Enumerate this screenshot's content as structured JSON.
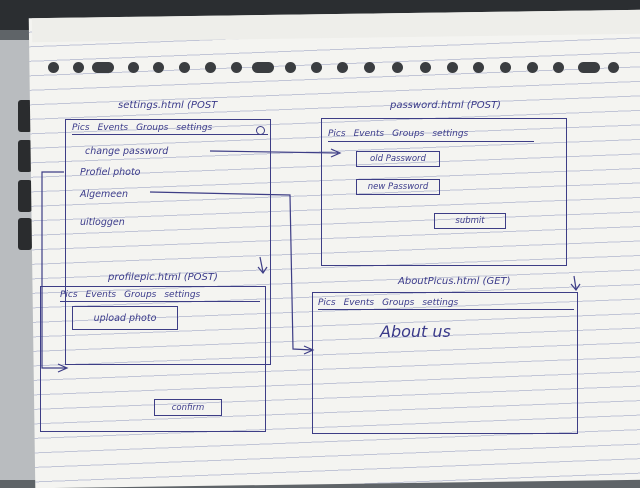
{
  "colors": {
    "ink": "#3a3a8a",
    "paper": "#f4f4f1",
    "desk": "#2b2e31"
  },
  "settings": {
    "caption": "settings.html (POST",
    "nav": [
      "Pics",
      "Events",
      "Groups",
      "settings"
    ],
    "icon": "gear-icon",
    "items": [
      "change password",
      "Profiel photo",
      "Algemeen",
      "uitloggen"
    ]
  },
  "password": {
    "caption": "password.html (POST)",
    "nav": [
      "Pics",
      "Events",
      "Groups",
      "settings"
    ],
    "old_label": "old Password",
    "new_label": "new Password",
    "submit_label": "submit"
  },
  "profilepic": {
    "caption": "profilepic.html (POST)",
    "nav": [
      "Pics",
      "Events",
      "Groups",
      "settings"
    ],
    "upload_label": "upload photo",
    "confirm_label": "confirm"
  },
  "about": {
    "caption": "AboutPicus.html (GET)",
    "nav": [
      "Pics",
      "Events",
      "Groups",
      "settings"
    ],
    "heading": "About us"
  }
}
